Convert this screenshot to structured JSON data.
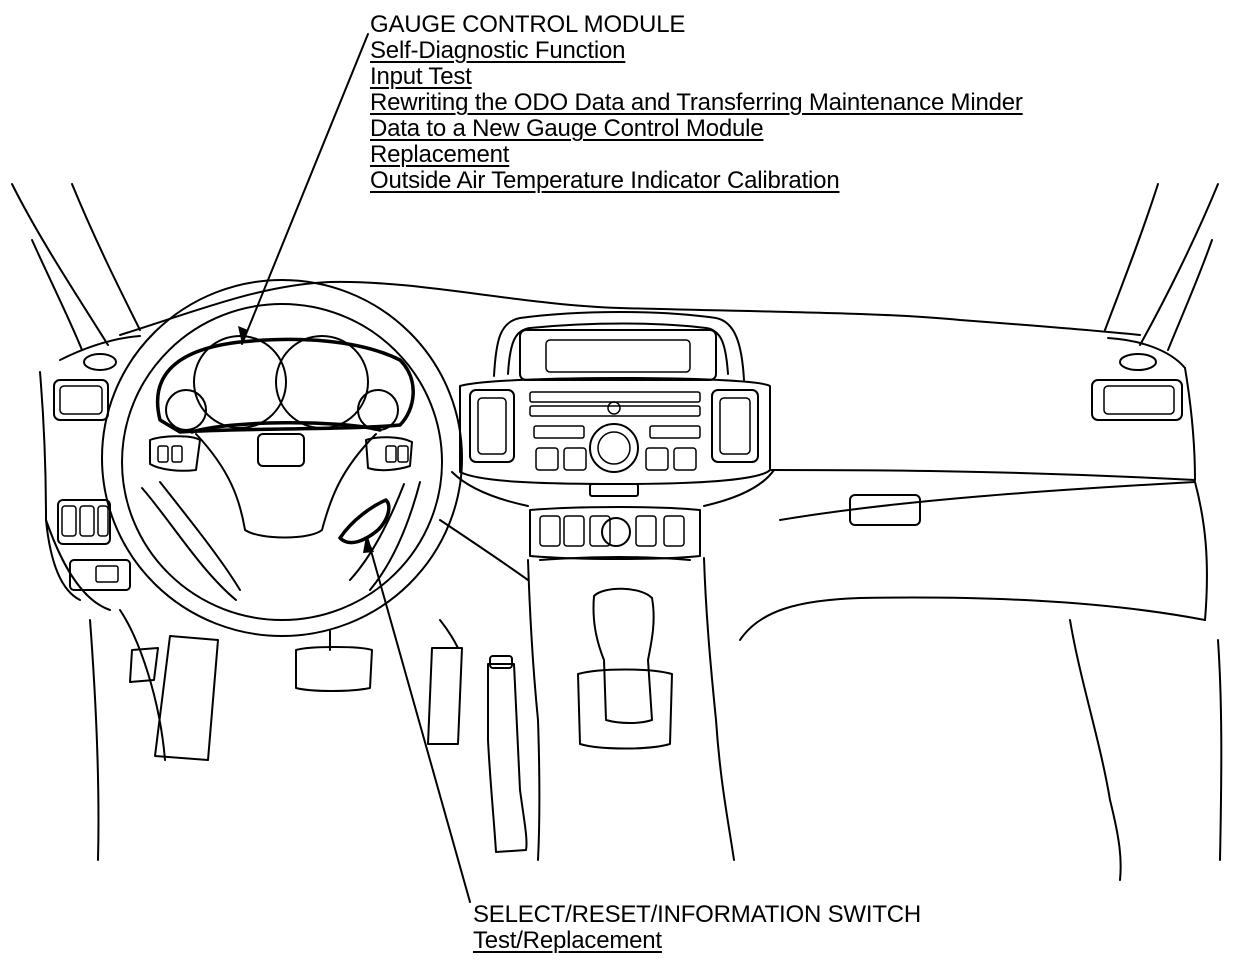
{
  "callouts": {
    "gauge_control_module": {
      "heading": "GAUGE CONTROL MODULE",
      "links": [
        "Self-Diagnostic Function",
        "Input Test",
        "Rewriting the ODO Data and Transferring Maintenance Minder",
        "Data to a New Gauge Control Module",
        "Replacement",
        "Outside Air Temperature Indicator Calibration"
      ]
    },
    "select_reset_information_switch": {
      "heading": "SELECT/RESET/INFORMATION SWITCH",
      "links": [
        "Test/Replacement"
      ]
    }
  },
  "colors": {
    "line": "#000000",
    "background": "#ffffff"
  }
}
